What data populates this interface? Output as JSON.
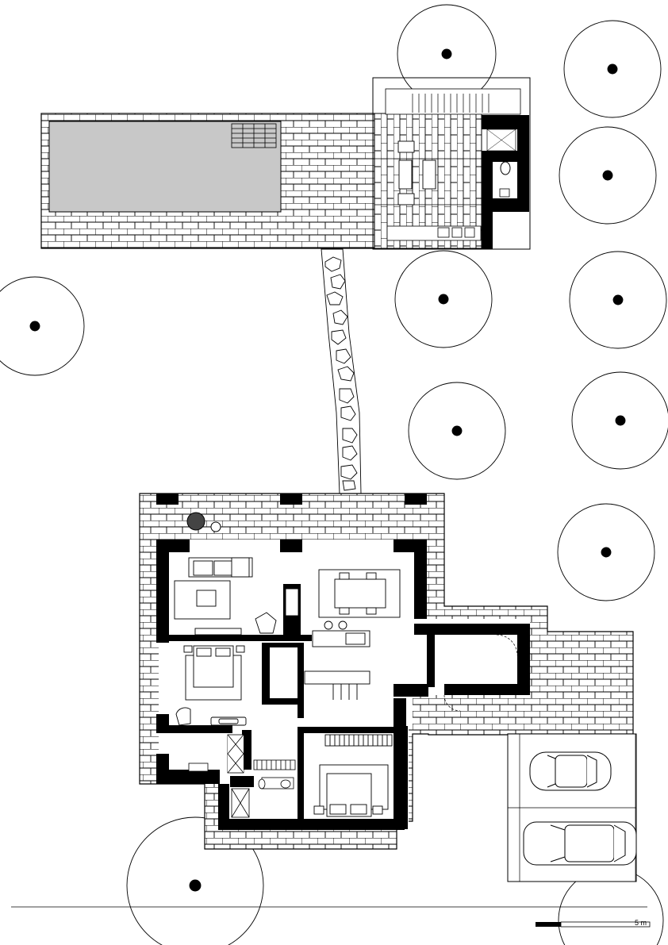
{
  "drawing": {
    "type": "site-floor-plan",
    "scale_label": "5 m",
    "elements": [
      "pool",
      "pool-deck",
      "pool-house",
      "stone-path",
      "main-house",
      "living-room",
      "kitchen-dining",
      "bedroom",
      "master-bedroom",
      "bathroom",
      "storage-room",
      "carport",
      "trees"
    ],
    "carport_vehicles": 2
  },
  "colors": {
    "wall": "#000000",
    "pool_water": "#c8c8c8",
    "background": "#ffffff",
    "line": "#000000"
  }
}
